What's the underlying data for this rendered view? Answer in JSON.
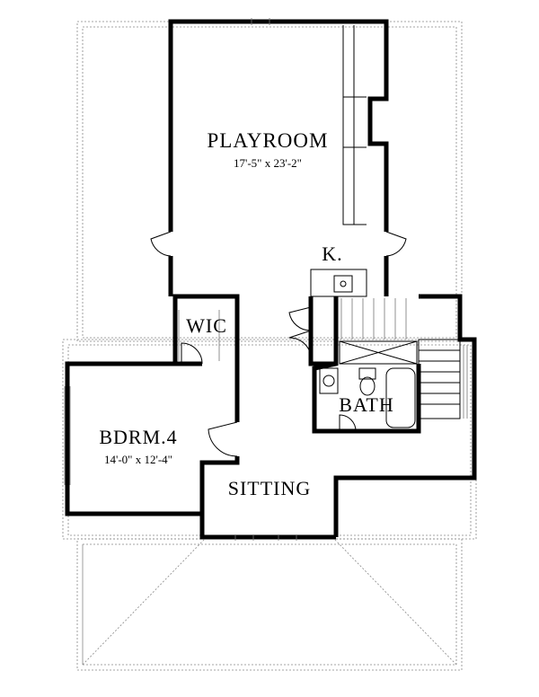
{
  "rooms": {
    "playroom": {
      "name": "PLAYROOM",
      "dimensions": "17'-5\" x 23'-2\""
    },
    "kitchenette": {
      "name": "K."
    },
    "wic": {
      "name": "WIC"
    },
    "bath": {
      "name": "BATH"
    },
    "bedroom4": {
      "name": "BDRM.4",
      "dimensions": "14'-0\" x 12'-4\""
    },
    "sitting": {
      "name": "SITTING"
    }
  }
}
